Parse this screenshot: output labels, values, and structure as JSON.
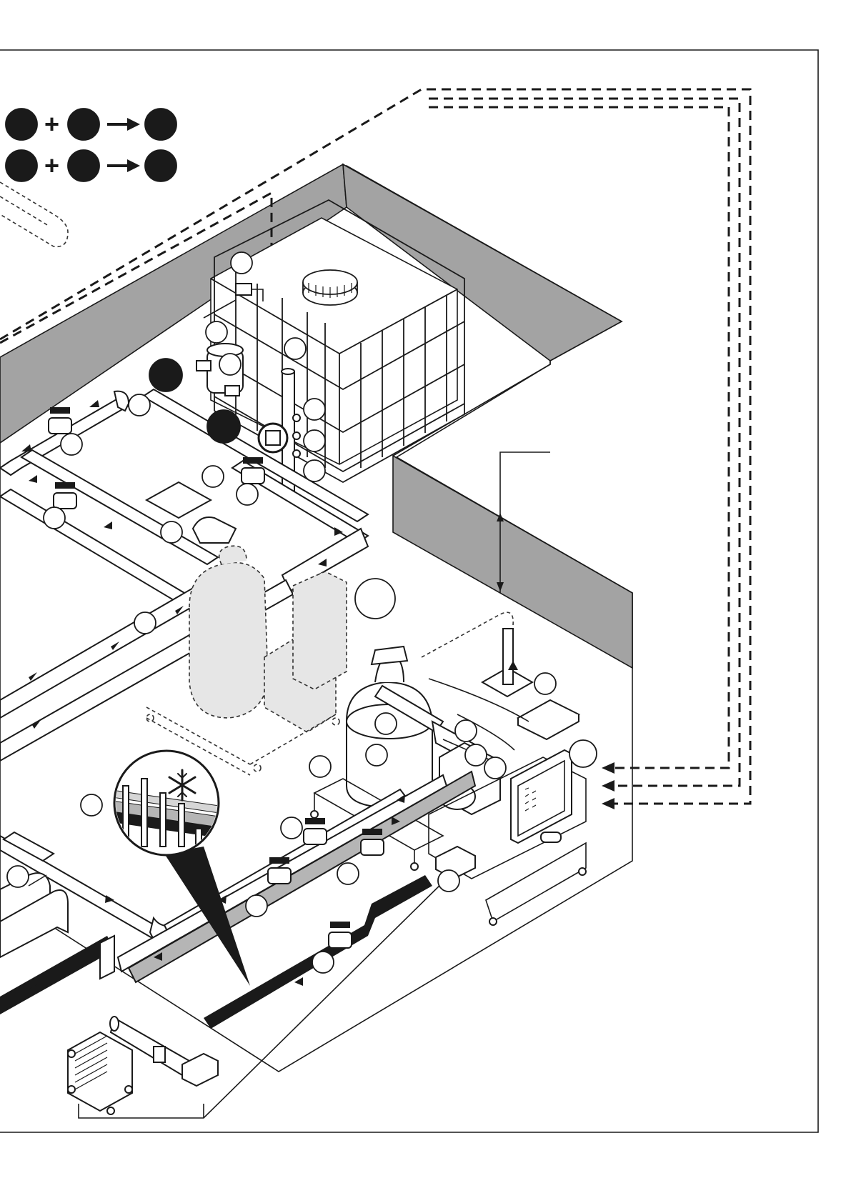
{
  "diagram": {
    "colors": {
      "ink": "#1a1a1a",
      "wall": "#a3a3a3",
      "ghost_fill": "#e6e6e6",
      "pipe_gray": "#b5b5b5",
      "paper": "#ffffff"
    },
    "legend_rows": 2,
    "plus_symbol": "+",
    "icons": [
      "snowflake-icon",
      "arrow-right-icon",
      "plus-icon",
      "flow-arrow-icon"
    ],
    "callout_count_open": 38,
    "callout_count_filled": 8
  }
}
